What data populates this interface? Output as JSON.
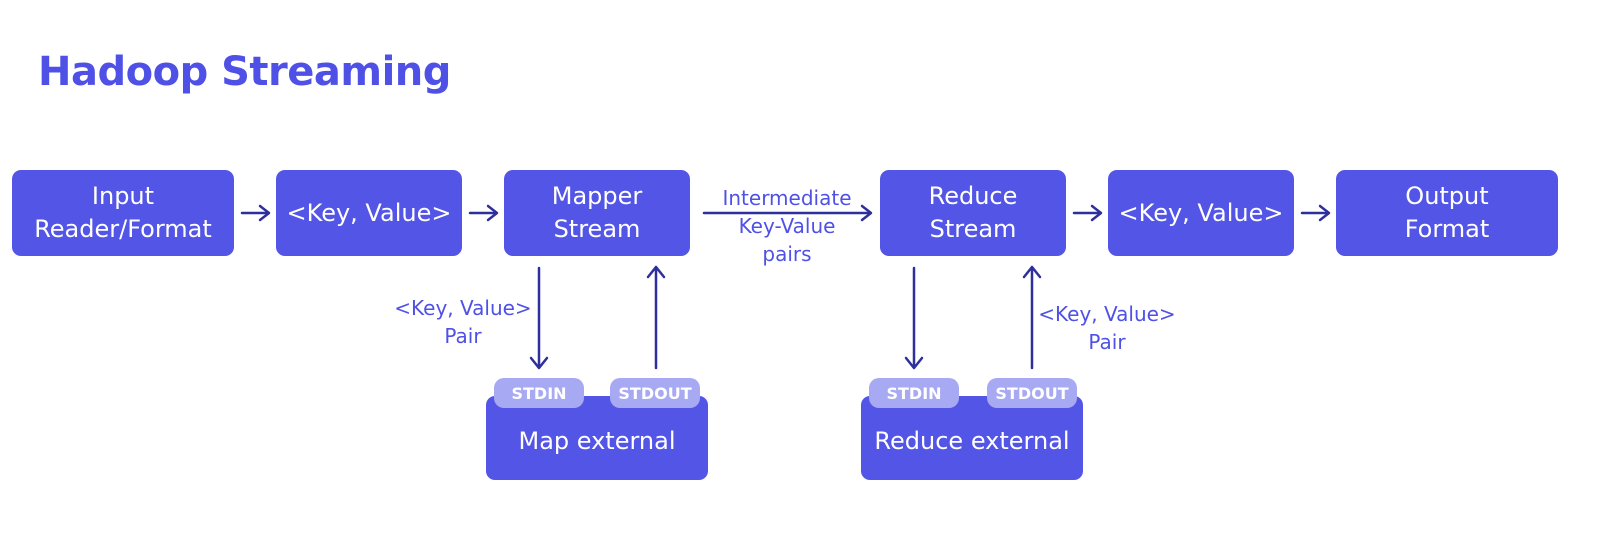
{
  "title": "Hadoop Streaming",
  "colors": {
    "title": "#4f51e6",
    "box": "#5355e6",
    "pill": "#a8a9f3",
    "arrow": "#2d2f9c",
    "label": "#4f51e6"
  },
  "flow": [
    {
      "id": "input",
      "lines": [
        "Input",
        "Reader/Format"
      ]
    },
    {
      "id": "kv1",
      "lines": [
        "<Key, Value>"
      ]
    },
    {
      "id": "mapper",
      "lines": [
        "Mapper",
        "Stream"
      ]
    },
    {
      "id": "reduce",
      "lines": [
        "Reduce",
        "Stream"
      ]
    },
    {
      "id": "kv2",
      "lines": [
        "<Key, Value>"
      ]
    },
    {
      "id": "output",
      "lines": [
        "Output",
        "Format"
      ]
    }
  ],
  "intermediate_label": [
    "Intermediate",
    "Key-Value",
    "pairs"
  ],
  "map_side": {
    "pair_label": [
      "<Key, Value>",
      "Pair"
    ],
    "stdin": "STDIN",
    "stdout": "STDOUT",
    "external": "Map external"
  },
  "reduce_side": {
    "pair_label": [
      "<Key, Value>",
      "Pair"
    ],
    "stdin": "STDIN",
    "stdout": "STDOUT",
    "external": "Reduce external"
  }
}
